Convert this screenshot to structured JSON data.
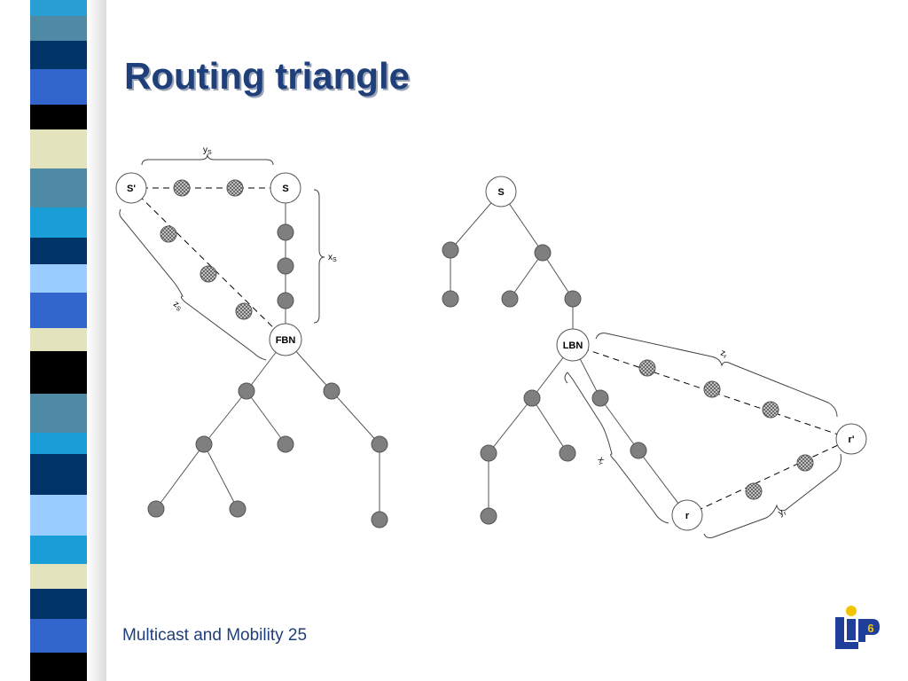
{
  "slide": {
    "title": "Routing triangle",
    "footer": "Multicast and Mobility 25"
  },
  "logo": {
    "text": "LIP6",
    "colors": {
      "blue": "#1f3f9a",
      "yellow": "#f3c500"
    }
  },
  "diagram": {
    "left_tree": {
      "labeled_nodes": {
        "s_prime": "S'",
        "s": "S",
        "fbn": "FBN"
      },
      "braces": {
        "y": "y",
        "y_sub": "S",
        "x": "x",
        "x_sub": "S",
        "z": "z",
        "z_sub": "S"
      }
    },
    "right_tree": {
      "labeled_nodes": {
        "s": "S",
        "lbn": "LBN",
        "r_prime": "r'",
        "r": "r"
      },
      "braces": {
        "x": "x",
        "x_sub": "r",
        "y": "y",
        "y_sub": "r",
        "z": "z",
        "z_sub": "r"
      }
    }
  },
  "colors": {
    "title": "#1f3f7a",
    "router_fill": "#7f7f7f",
    "hatched_fill": "#c8c8c8"
  }
}
